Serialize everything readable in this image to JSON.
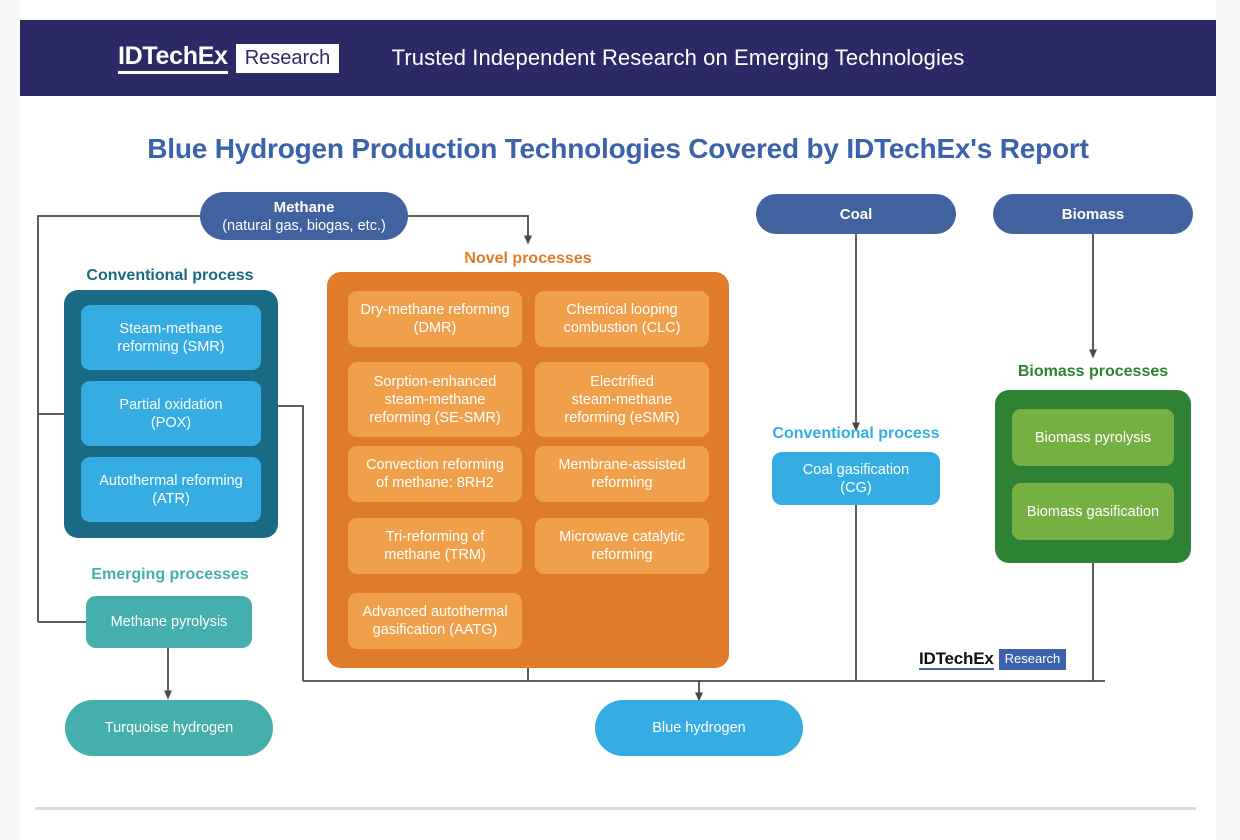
{
  "header": {
    "logo_mark": "IDTechEx",
    "logo_badge": "Research",
    "tagline": "Trusted Independent Research on Emerging Technologies"
  },
  "title": "Blue Hydrogen Production Technologies Covered by IDTechEx's Report",
  "colors": {
    "header_bg": "#2b2a66",
    "title_blue": "#3b62ab",
    "source_pill": "#41619f",
    "conventional_dark": "#1a6a85",
    "conventional_item": "#35ade3",
    "novel_dark": "#e07b2a",
    "novel_item": "#f0a04b",
    "emerging_teal": "#45b0ab",
    "biomass_dark": "#2e8233",
    "biomass_item": "#76b043",
    "blue_hydrogen": "#35ade3",
    "connector": "#4a4a4a"
  },
  "sources": [
    {
      "name": "Methane",
      "subtitle": "(natural gas, biogas, etc.)"
    },
    {
      "name": "Coal",
      "subtitle": ""
    },
    {
      "name": "Biomass",
      "subtitle": ""
    }
  ],
  "groups": {
    "methane_conventional": {
      "label": "Conventional process",
      "label_color": "#1a6a85",
      "items": [
        "Steam-methane\nreforming (SMR)",
        "Partial oxidation\n(POX)",
        "Autothermal reforming\n(ATR)"
      ]
    },
    "novel": {
      "label": "Novel processes",
      "label_color": "#e07b2a",
      "items_left": [
        "Dry-methane reforming\n(DMR)",
        "Sorption-enhanced\nsteam-methane\nreforming (SE-SMR)",
        "Convection reforming\nof methane: 8RH2",
        "Tri-reforming of\nmethane (TRM)",
        "Advanced autothermal\ngasification (AATG)"
      ],
      "items_right": [
        "Chemical looping\ncombustion (CLC)",
        "Electrified\nsteam-methane\nreforming (eSMR)",
        "Membrane-assisted\nreforming",
        "Microwave catalytic\nreforming"
      ]
    },
    "emerging": {
      "label": "Emerging processes",
      "label_color": "#45b0ab",
      "items": [
        "Methane pyrolysis"
      ]
    },
    "coal_conventional": {
      "label": "Conventional process",
      "label_color": "#35ade3",
      "items": [
        "Coal gasification\n(CG)"
      ]
    },
    "biomass": {
      "label": "Biomass processes",
      "label_color": "#2e8233",
      "items": [
        "Biomass pyrolysis",
        "Biomass gasification"
      ]
    }
  },
  "outputs": [
    {
      "name": "Turquoise hydrogen",
      "color": "#45b0ab"
    },
    {
      "name": "Blue hydrogen",
      "color": "#35ade3"
    }
  ],
  "watermark": {
    "mark": "IDTechEx",
    "badge": "Research"
  }
}
